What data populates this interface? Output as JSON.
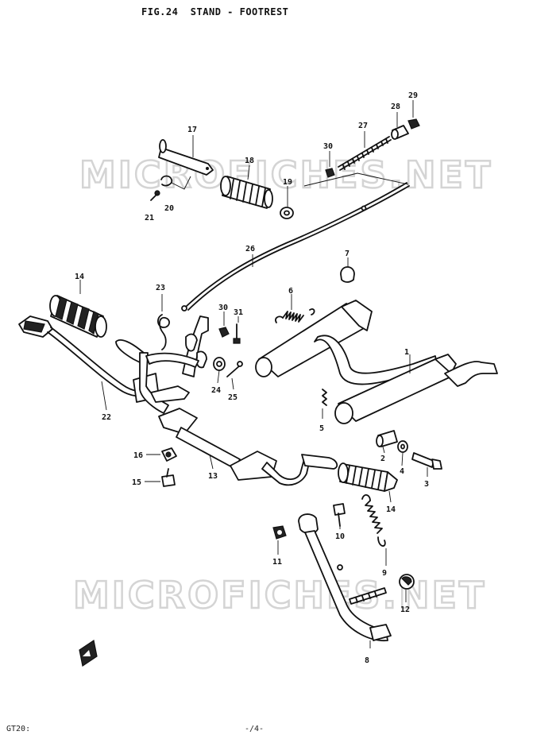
{
  "header": {
    "title": "FIG.24  STAND - FOOTREST"
  },
  "watermarks": [
    "MICROFICHES.NET",
    "MICROFICHES.NET"
  ],
  "footer": {
    "left": "GT20:",
    "page": "-/4-"
  },
  "callouts": [
    "1",
    "2",
    "3",
    "4",
    "5",
    "6",
    "7",
    "8",
    "9",
    "10",
    "11",
    "12",
    "13",
    "14",
    "14",
    "15",
    "16",
    "17",
    "18",
    "19",
    "20",
    "21",
    "22",
    "23",
    "24",
    "25",
    "26",
    "27",
    "28",
    "29",
    "30",
    "30",
    "31"
  ]
}
